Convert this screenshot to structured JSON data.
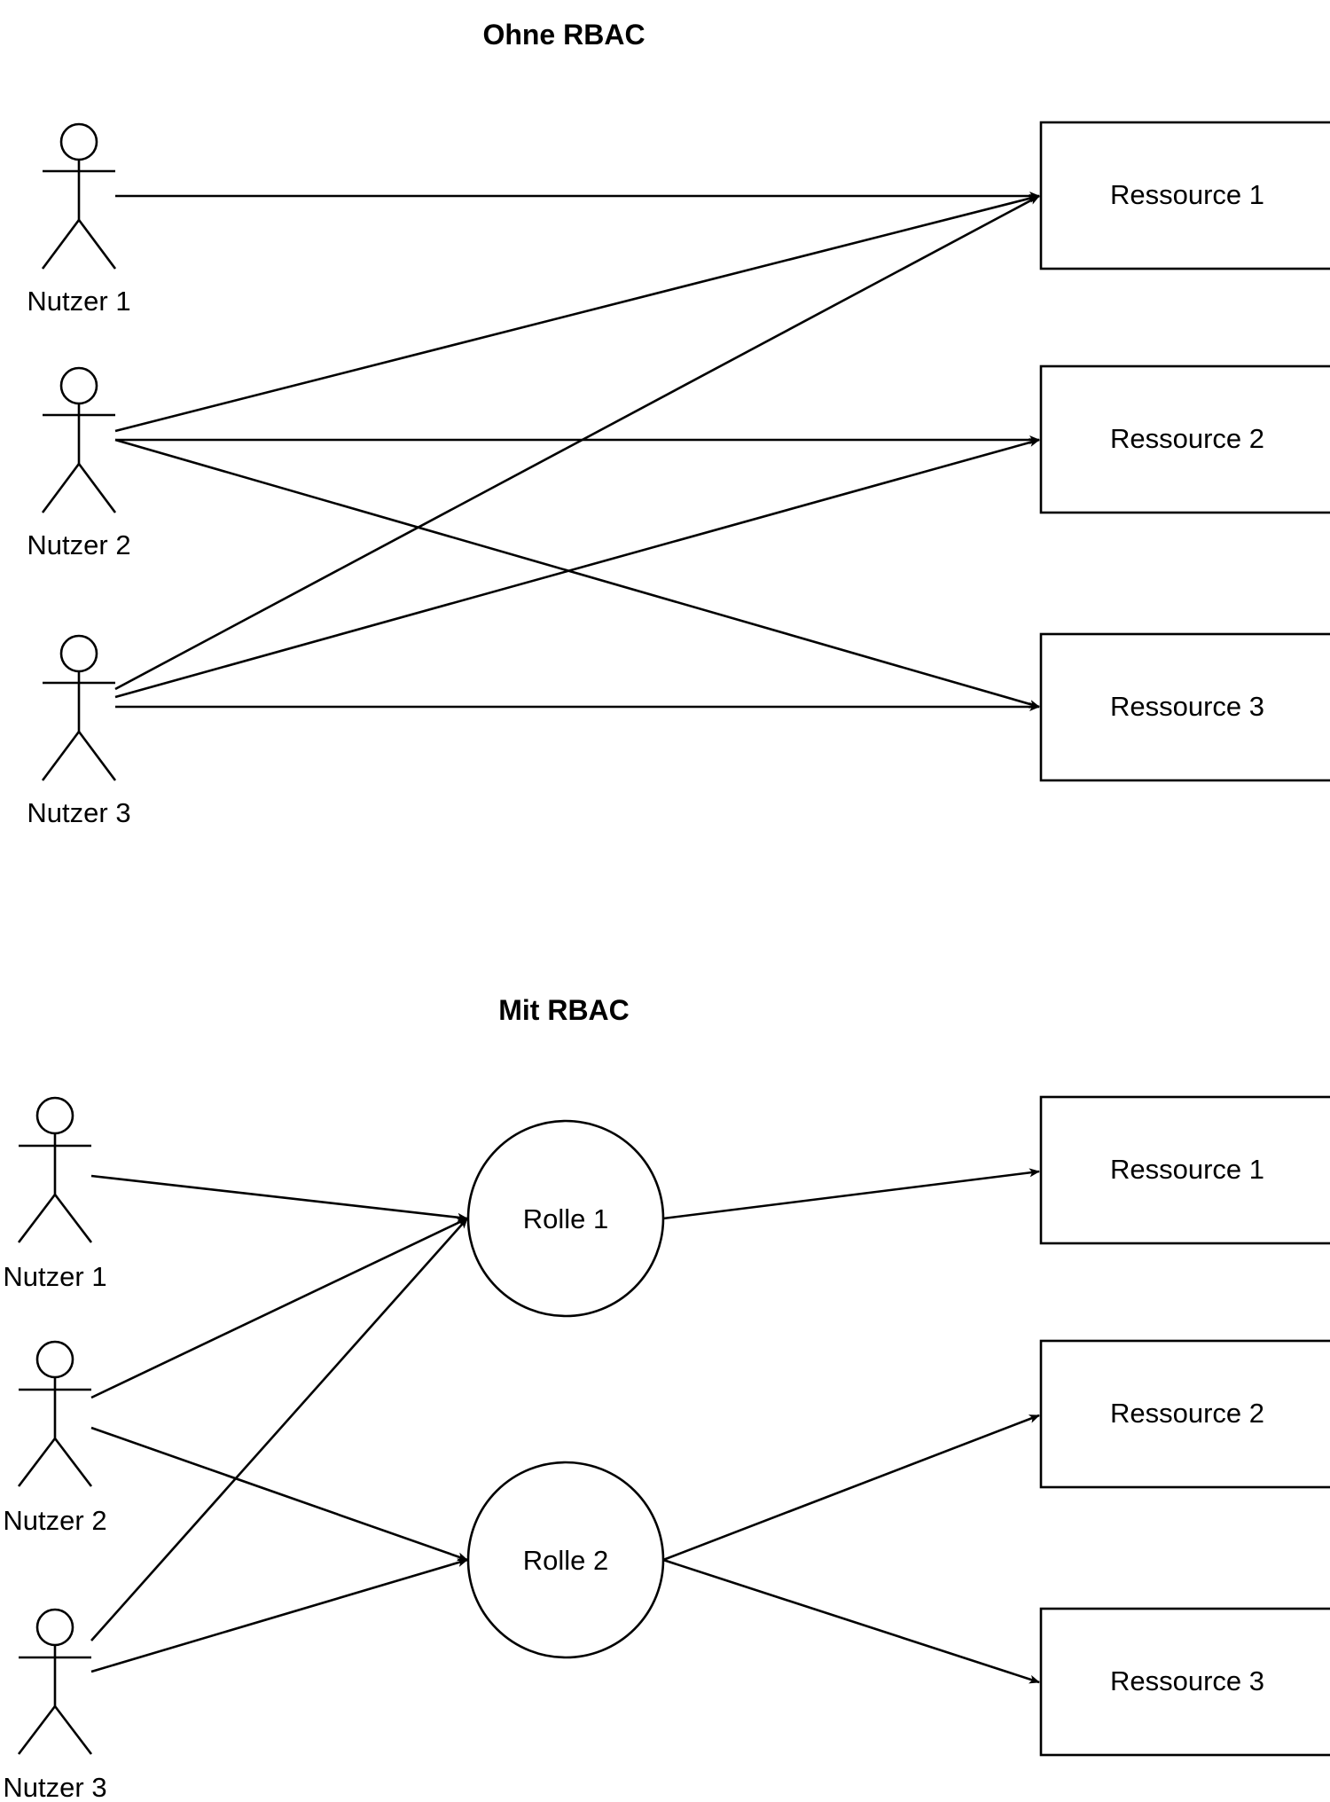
{
  "sections": [
    {
      "title": "Ohne RBAC",
      "users": [
        "Nutzer 1",
        "Nutzer 2",
        "Nutzer 3"
      ],
      "roles": [],
      "resources": [
        "Ressource 1",
        "Ressource 2",
        "Ressource 3"
      ],
      "edges": [
        {
          "from": "Nutzer 1",
          "to": "Ressource 1"
        },
        {
          "from": "Nutzer 2",
          "to": "Ressource 1"
        },
        {
          "from": "Nutzer 2",
          "to": "Ressource 2"
        },
        {
          "from": "Nutzer 2",
          "to": "Ressource 3"
        },
        {
          "from": "Nutzer 3",
          "to": "Ressource 1"
        },
        {
          "from": "Nutzer 3",
          "to": "Ressource 2"
        },
        {
          "from": "Nutzer 3",
          "to": "Ressource 3"
        }
      ]
    },
    {
      "title": "Mit RBAC",
      "users": [
        "Nutzer 1",
        "Nutzer 2",
        "Nutzer 3"
      ],
      "roles": [
        "Rolle 1",
        "Rolle 2"
      ],
      "resources": [
        "Ressource 1",
        "Ressource 2",
        "Ressource 3"
      ],
      "edges": [
        {
          "from": "Nutzer 1",
          "to": "Rolle 1"
        },
        {
          "from": "Nutzer 2",
          "to": "Rolle 1"
        },
        {
          "from": "Nutzer 2",
          "to": "Rolle 2"
        },
        {
          "from": "Nutzer 3",
          "to": "Rolle 1"
        },
        {
          "from": "Nutzer 3",
          "to": "Rolle 2"
        },
        {
          "from": "Rolle 1",
          "to": "Ressource 1"
        },
        {
          "from": "Rolle 2",
          "to": "Ressource 2"
        },
        {
          "from": "Rolle 2",
          "to": "Ressource 3"
        }
      ]
    }
  ]
}
